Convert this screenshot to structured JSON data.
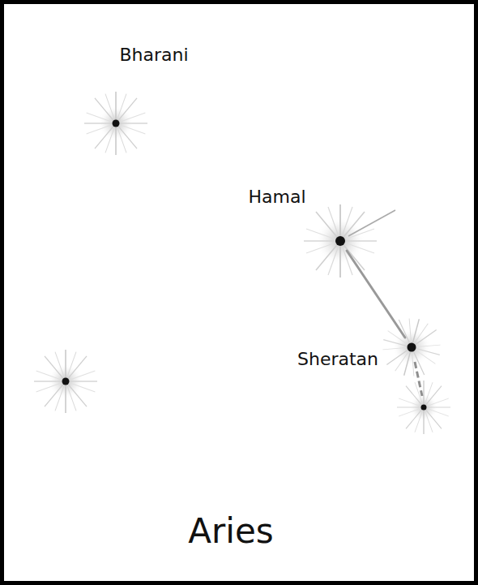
{
  "diagram": {
    "title": "Aries",
    "nodes": [
      {
        "text": [
          "Bharani"
        ]
      },
      {
        "text": [
          "Hamal"
        ]
      },
      {
        "text": [
          "Sheratan"
        ]
      }
    ],
    "edges": [
      {
        "from": 1,
        "to": 2,
        "arrow": "none"
      }
    ]
  }
}
